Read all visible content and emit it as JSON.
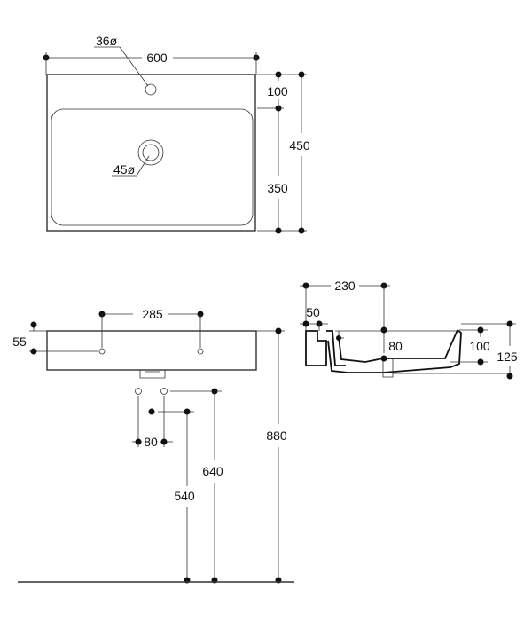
{
  "top_view": {
    "width_label": "600",
    "tap_hole_label": "36ø",
    "drain_label": "45ø",
    "edge_to_basin_label": "100",
    "basin_depth_label": "350",
    "total_depth_label": "450"
  },
  "front_view": {
    "hole_spacing_label": "285",
    "hole_height_label": "55",
    "pipe_spacing_label": "80",
    "drain_height_label": "540",
    "supply_height_label": "640",
    "rim_height_label": "880"
  },
  "side_view": {
    "offset_label": "230",
    "wall_label": "50",
    "inner_label": "80",
    "bowl_depth_label": "100",
    "total_height_label": "125"
  }
}
